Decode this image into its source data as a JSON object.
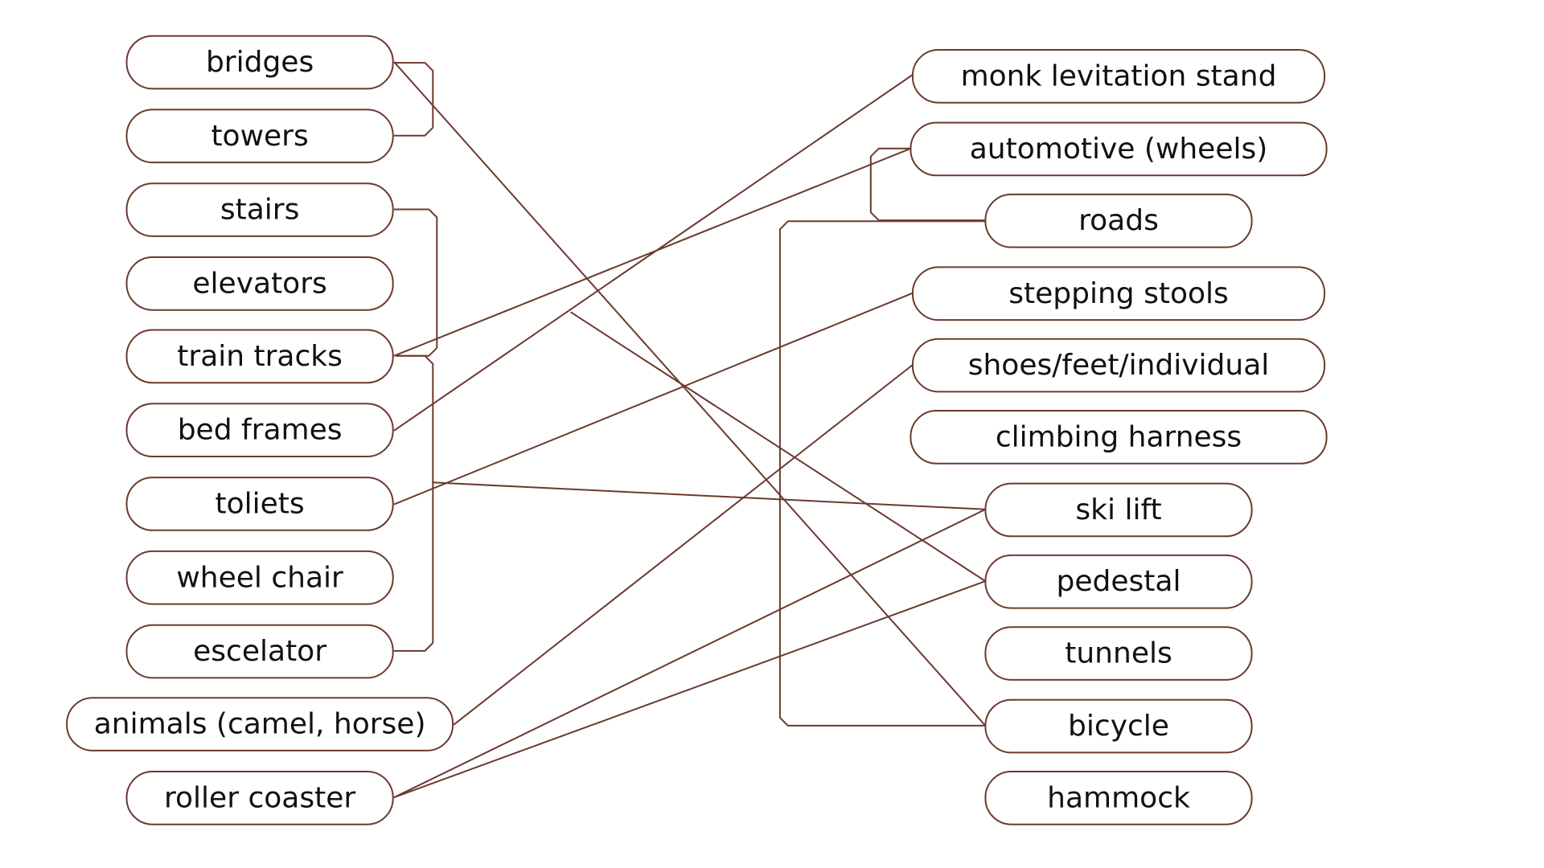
{
  "diagram": {
    "line_color": "#6b3a2e",
    "box_fill": "#ffffff",
    "text_color": "#111111",
    "left_items": [
      {
        "id": "bridges",
        "label": "bridges"
      },
      {
        "id": "towers",
        "label": "towers"
      },
      {
        "id": "stairs",
        "label": "stairs"
      },
      {
        "id": "elevators",
        "label": "elevators"
      },
      {
        "id": "train-tracks",
        "label": "train tracks"
      },
      {
        "id": "bed-frames",
        "label": "bed frames"
      },
      {
        "id": "toliets",
        "label": "toliets"
      },
      {
        "id": "wheel-chair",
        "label": "wheel chair"
      },
      {
        "id": "escelator",
        "label": "escelator"
      },
      {
        "id": "animals",
        "label": "animals (camel, horse)"
      },
      {
        "id": "roller-coaster",
        "label": "roller coaster"
      }
    ],
    "right_items": [
      {
        "id": "monk-levitation-stand",
        "label": "monk levitation stand"
      },
      {
        "id": "automotive",
        "label": "automotive (wheels)"
      },
      {
        "id": "roads",
        "label": "roads"
      },
      {
        "id": "stepping-stools",
        "label": "stepping stools"
      },
      {
        "id": "shoes",
        "label": "shoes/feet/individual"
      },
      {
        "id": "climbing-harness",
        "label": "climbing harness"
      },
      {
        "id": "ski-lift",
        "label": "ski lift"
      },
      {
        "id": "pedestal",
        "label": "pedestal"
      },
      {
        "id": "tunnels",
        "label": "tunnels"
      },
      {
        "id": "bicycle",
        "label": "bicycle"
      },
      {
        "id": "hammock",
        "label": "hammock"
      }
    ],
    "connections": [
      {
        "from": "bridges",
        "to": "towers"
      },
      {
        "from": "stairs",
        "to": "train-tracks"
      },
      {
        "from": "train-tracks",
        "to": "escelator"
      },
      {
        "from": "bridges",
        "to": "bicycle"
      },
      {
        "from": "monk-levitation-stand",
        "to": "bed-frames"
      },
      {
        "from": "automotive",
        "to": "train-tracks"
      },
      {
        "from": "automotive",
        "to": "roads"
      },
      {
        "from": "roads",
        "to": "bicycle"
      },
      {
        "from": "stepping-stools",
        "to": "toliets"
      },
      {
        "from": "shoes",
        "to": "animals"
      },
      {
        "from": "toliets",
        "to": "ski-lift"
      },
      {
        "from": "ski-lift",
        "to": "roller-coaster"
      },
      {
        "from": "pedestal",
        "to": "roller-coaster"
      },
      {
        "from": "pedestal",
        "to": "bed-frames"
      }
    ]
  }
}
